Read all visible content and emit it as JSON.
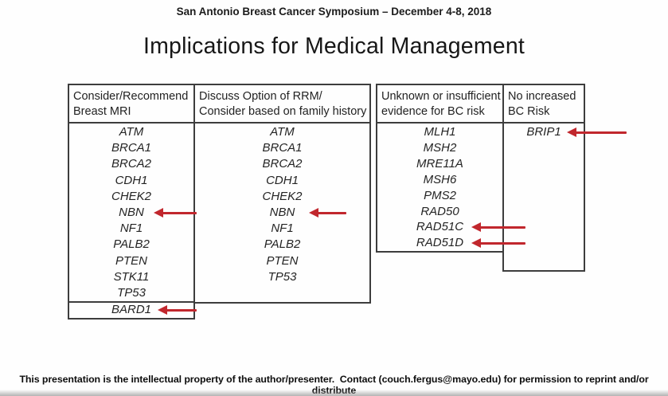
{
  "slide": {
    "conference_header": "San Antonio Breast Cancer Symposium – December 4-8, 2018",
    "title": "Implications for Medical Management",
    "footer": "This presentation is the intellectual property of the author/presenter.  Contact (couch.fergus@mayo.edu) for permission to reprint and/or distribute"
  },
  "colors": {
    "arrow": "#c1272d",
    "border": "#3d3d3d",
    "text": "#262626"
  },
  "table": {
    "columns": [
      {
        "id": "consider-recommend-breast-mri",
        "header": [
          "Consider/Recommend",
          "Breast MRI"
        ],
        "genes": [
          "ATM",
          "BRCA1",
          "BRCA2",
          "CDH1",
          "CHEK2",
          "NBN",
          "NF1",
          "PALB2",
          "PTEN",
          "STK11",
          "TP53"
        ],
        "appended_gene": "BARD1"
      },
      {
        "id": "discuss-option-of-rrm",
        "header": [
          "Discuss Option of RRM/",
          "Consider based on family history"
        ],
        "genes": [
          "ATM",
          "BRCA1",
          "BRCA2",
          "CDH1",
          "CHEK2",
          "NBN",
          "NF1",
          "PALB2",
          "PTEN",
          "TP53"
        ]
      },
      {
        "id": "unknown-or-insufficient-evidence",
        "header": [
          "Unknown or insufficient",
          "evidence for BC risk"
        ],
        "genes": [
          "MLH1",
          "MSH2",
          "MRE11A",
          "MSH6",
          "PMS2",
          "RAD50",
          "RAD51C",
          "RAD51D"
        ]
      },
      {
        "id": "no-increased-bc-risk",
        "header": [
          "No increased",
          "BC Risk"
        ],
        "genes": [
          "BRIP1"
        ]
      }
    ],
    "highlighted_genes": [
      {
        "gene": "NBN",
        "column": "Consider/Recommend Breast MRI"
      },
      {
        "gene": "BARD1",
        "column": "Consider/Recommend Breast MRI"
      },
      {
        "gene": "NBN",
        "column": "Discuss Option of RRM/Consider based on family history"
      },
      {
        "gene": "RAD51C",
        "column": "Unknown or insufficient evidence for BC risk"
      },
      {
        "gene": "RAD51D",
        "column": "Unknown or insufficient evidence for BC risk"
      },
      {
        "gene": "BRIP1",
        "column": "No increased BC Risk"
      }
    ]
  }
}
